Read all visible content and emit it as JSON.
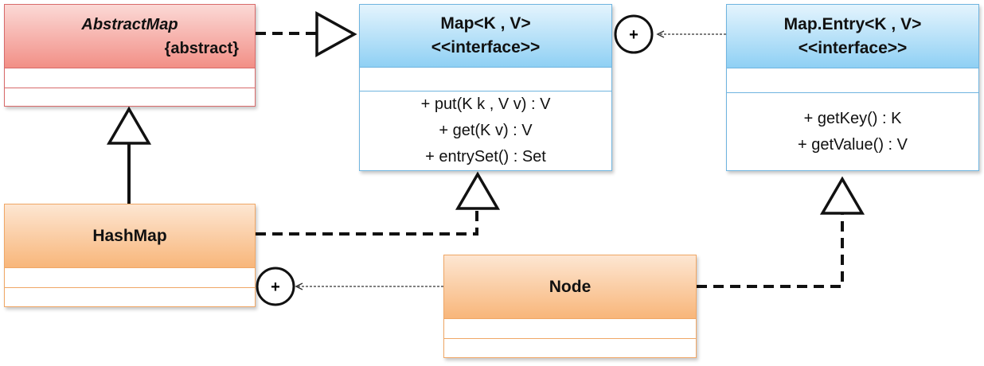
{
  "classes": {
    "abstract_map": {
      "name": "AbstractMap",
      "stereotype": "{abstract}"
    },
    "map": {
      "name": "Map<K , V>",
      "stereotype": "<<interface>>",
      "operations": [
        "+ put(K k , V v) : V",
        "+ get(K v) : V",
        "+ entrySet() : Set"
      ]
    },
    "map_entry": {
      "name": "Map.Entry<K , V>",
      "stereotype": "<<interface>>",
      "operations": [
        "+ getKey() : K",
        "+ getValue() : V"
      ]
    },
    "hash_map": {
      "name": "HashMap"
    },
    "node": {
      "name": "Node"
    }
  },
  "relationships": [
    {
      "from": "AbstractMap",
      "to": "Map<K , V>",
      "type": "realization"
    },
    {
      "from": "HashMap",
      "to": "AbstractMap",
      "type": "generalization"
    },
    {
      "from": "HashMap",
      "to": "Map<K , V>",
      "type": "realization"
    },
    {
      "from": "Map.Entry<K , V>",
      "to": "Map<K , V>",
      "type": "nesting"
    },
    {
      "from": "Node",
      "to": "HashMap",
      "type": "nesting"
    },
    {
      "from": "Node",
      "to": "Map.Entry<K , V>",
      "type": "realization"
    }
  ],
  "nesting_symbol": "+",
  "colors": {
    "abstract_class": "#f28f86",
    "interface": "#8fd0f4",
    "class": "#f8b67a"
  }
}
